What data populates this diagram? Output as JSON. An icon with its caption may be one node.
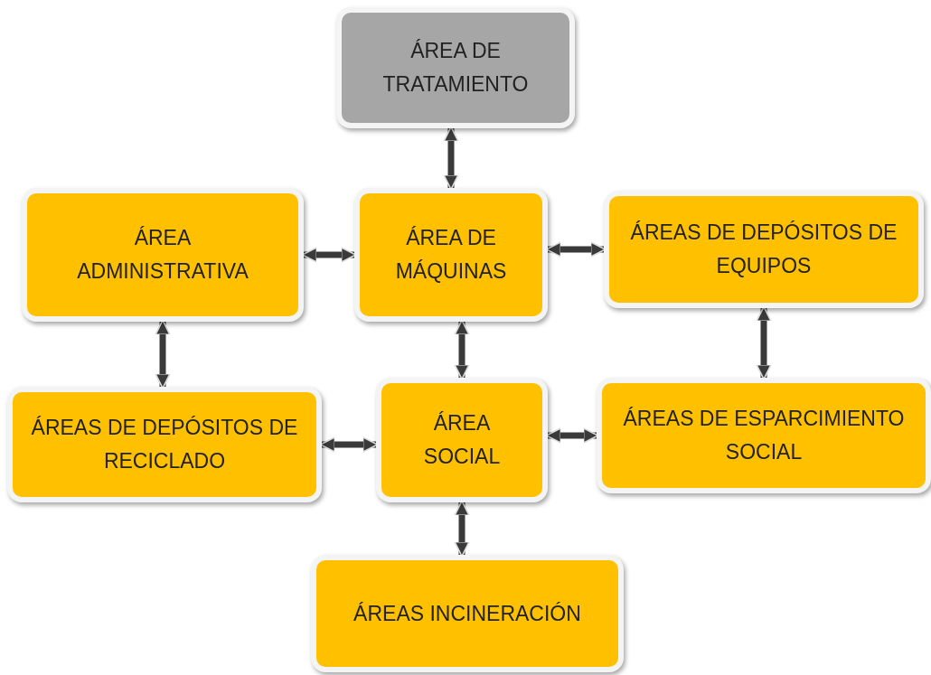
{
  "diagram": {
    "nodes": [
      {
        "text": [
          "ÁREA DE TRATAMIENTO"
        ]
      },
      {
        "text": [
          "ÁREA ADMINISTRATIVA"
        ]
      },
      {
        "text": [
          "ÁREA DE MÁQUINAS"
        ]
      },
      {
        "text": [
          "ÁREAS DE DEPÓSITOS DE EQUIPOS"
        ]
      },
      {
        "text": [
          "ÁREAS DE DEPÓSITOS DE RECICLADO"
        ]
      },
      {
        "text": [
          "ÁREA SOCIAL"
        ]
      },
      {
        "text": [
          "ÁREAS DE ESPARCIMIENTO SOCIAL"
        ]
      },
      {
        "text": [
          "ÁREAS INCINERACIÓN"
        ]
      }
    ],
    "edges": [
      {
        "from": 0,
        "to": 2,
        "arrow": "both"
      },
      {
        "from": 1,
        "to": 2,
        "arrow": "both"
      },
      {
        "from": 2,
        "to": 3,
        "arrow": "both"
      },
      {
        "from": 1,
        "to": 4,
        "arrow": "both"
      },
      {
        "from": 2,
        "to": 5,
        "arrow": "both"
      },
      {
        "from": 3,
        "to": 6,
        "arrow": "both"
      },
      {
        "from": 4,
        "to": 5,
        "arrow": "both"
      },
      {
        "from": 5,
        "to": 6,
        "arrow": "both"
      },
      {
        "from": 5,
        "to": 7,
        "arrow": "both"
      }
    ]
  }
}
